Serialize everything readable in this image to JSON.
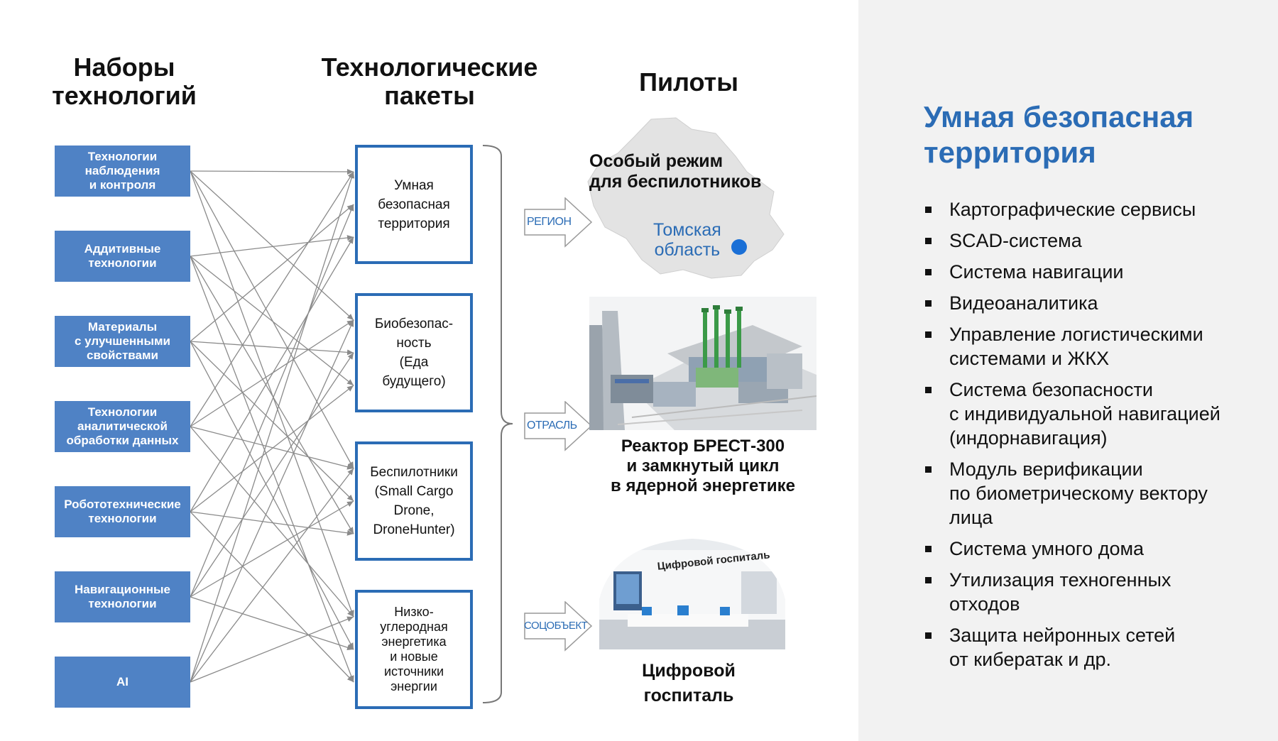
{
  "columns": {
    "tech_sets": "Наборы\nтехнологий",
    "tech_packages": "Технологические\nпакеты",
    "pilots": "Пилоты"
  },
  "tech_sets": [
    {
      "label": "Технологии\nнаблюдения\nи контроля"
    },
    {
      "label": "Аддитивные\nтехнологии"
    },
    {
      "label": "Материалы\nс улучшенными\nсвойствами"
    },
    {
      "label": "Технологии\nаналитической\nобработки данных"
    },
    {
      "label": "Робототехнические\nтехнологии"
    },
    {
      "label": "Навигационные\nтехнологии"
    },
    {
      "label": "AI"
    }
  ],
  "packages": [
    {
      "label": "Умная\nбезопасная\nтерритория"
    },
    {
      "label": "Биобезопас-\nность\n(Еда\nбудущего)"
    },
    {
      "label": "Беспилотники\n(Small Cargo\nDrone,\nDroneHunter)"
    },
    {
      "label": "Низко-\nуглеродная\nэнергетика\nи новые\nисточники\nэнергии"
    }
  ],
  "arrows": {
    "region": "РЕГИОН",
    "industry": "ОТРАСЛЬ",
    "social": "СОЦОБЪЕКТ"
  },
  "pilots": {
    "region_title": "Особый режим\nдля беспилотников",
    "region_place": "Томская\nобласть",
    "reactor_caption": "Реактор БРЕСТ-300\nи замкнутый цикл\nв ядерной энергетике",
    "hospital_sign": "Цифровой госпиталь",
    "hospital_caption": "Цифровой\nгоспиталь"
  },
  "right_panel": {
    "title": "Умная безопасная\nтерритория",
    "features": [
      "Картографические сервисы",
      "SCAD-система",
      "Система навигации",
      "Видеоаналитика",
      "Управление логистическими\nсистемами и ЖКХ",
      "Система безопасности\nс индивидуальной навигацией\n(индорнавигация)",
      "Модуль верификации\nпо биометрическому вектору\nлица",
      "Система умного дома",
      "Утилизация техногенных\nотходов",
      "Защита нейронных сетей\nот кибератак и др."
    ]
  },
  "colors": {
    "tech_box": "#4f82c5",
    "accent_blue": "#2b6cb5",
    "panel_bg": "#f2f2f2",
    "connector": "#8a8a8a"
  }
}
